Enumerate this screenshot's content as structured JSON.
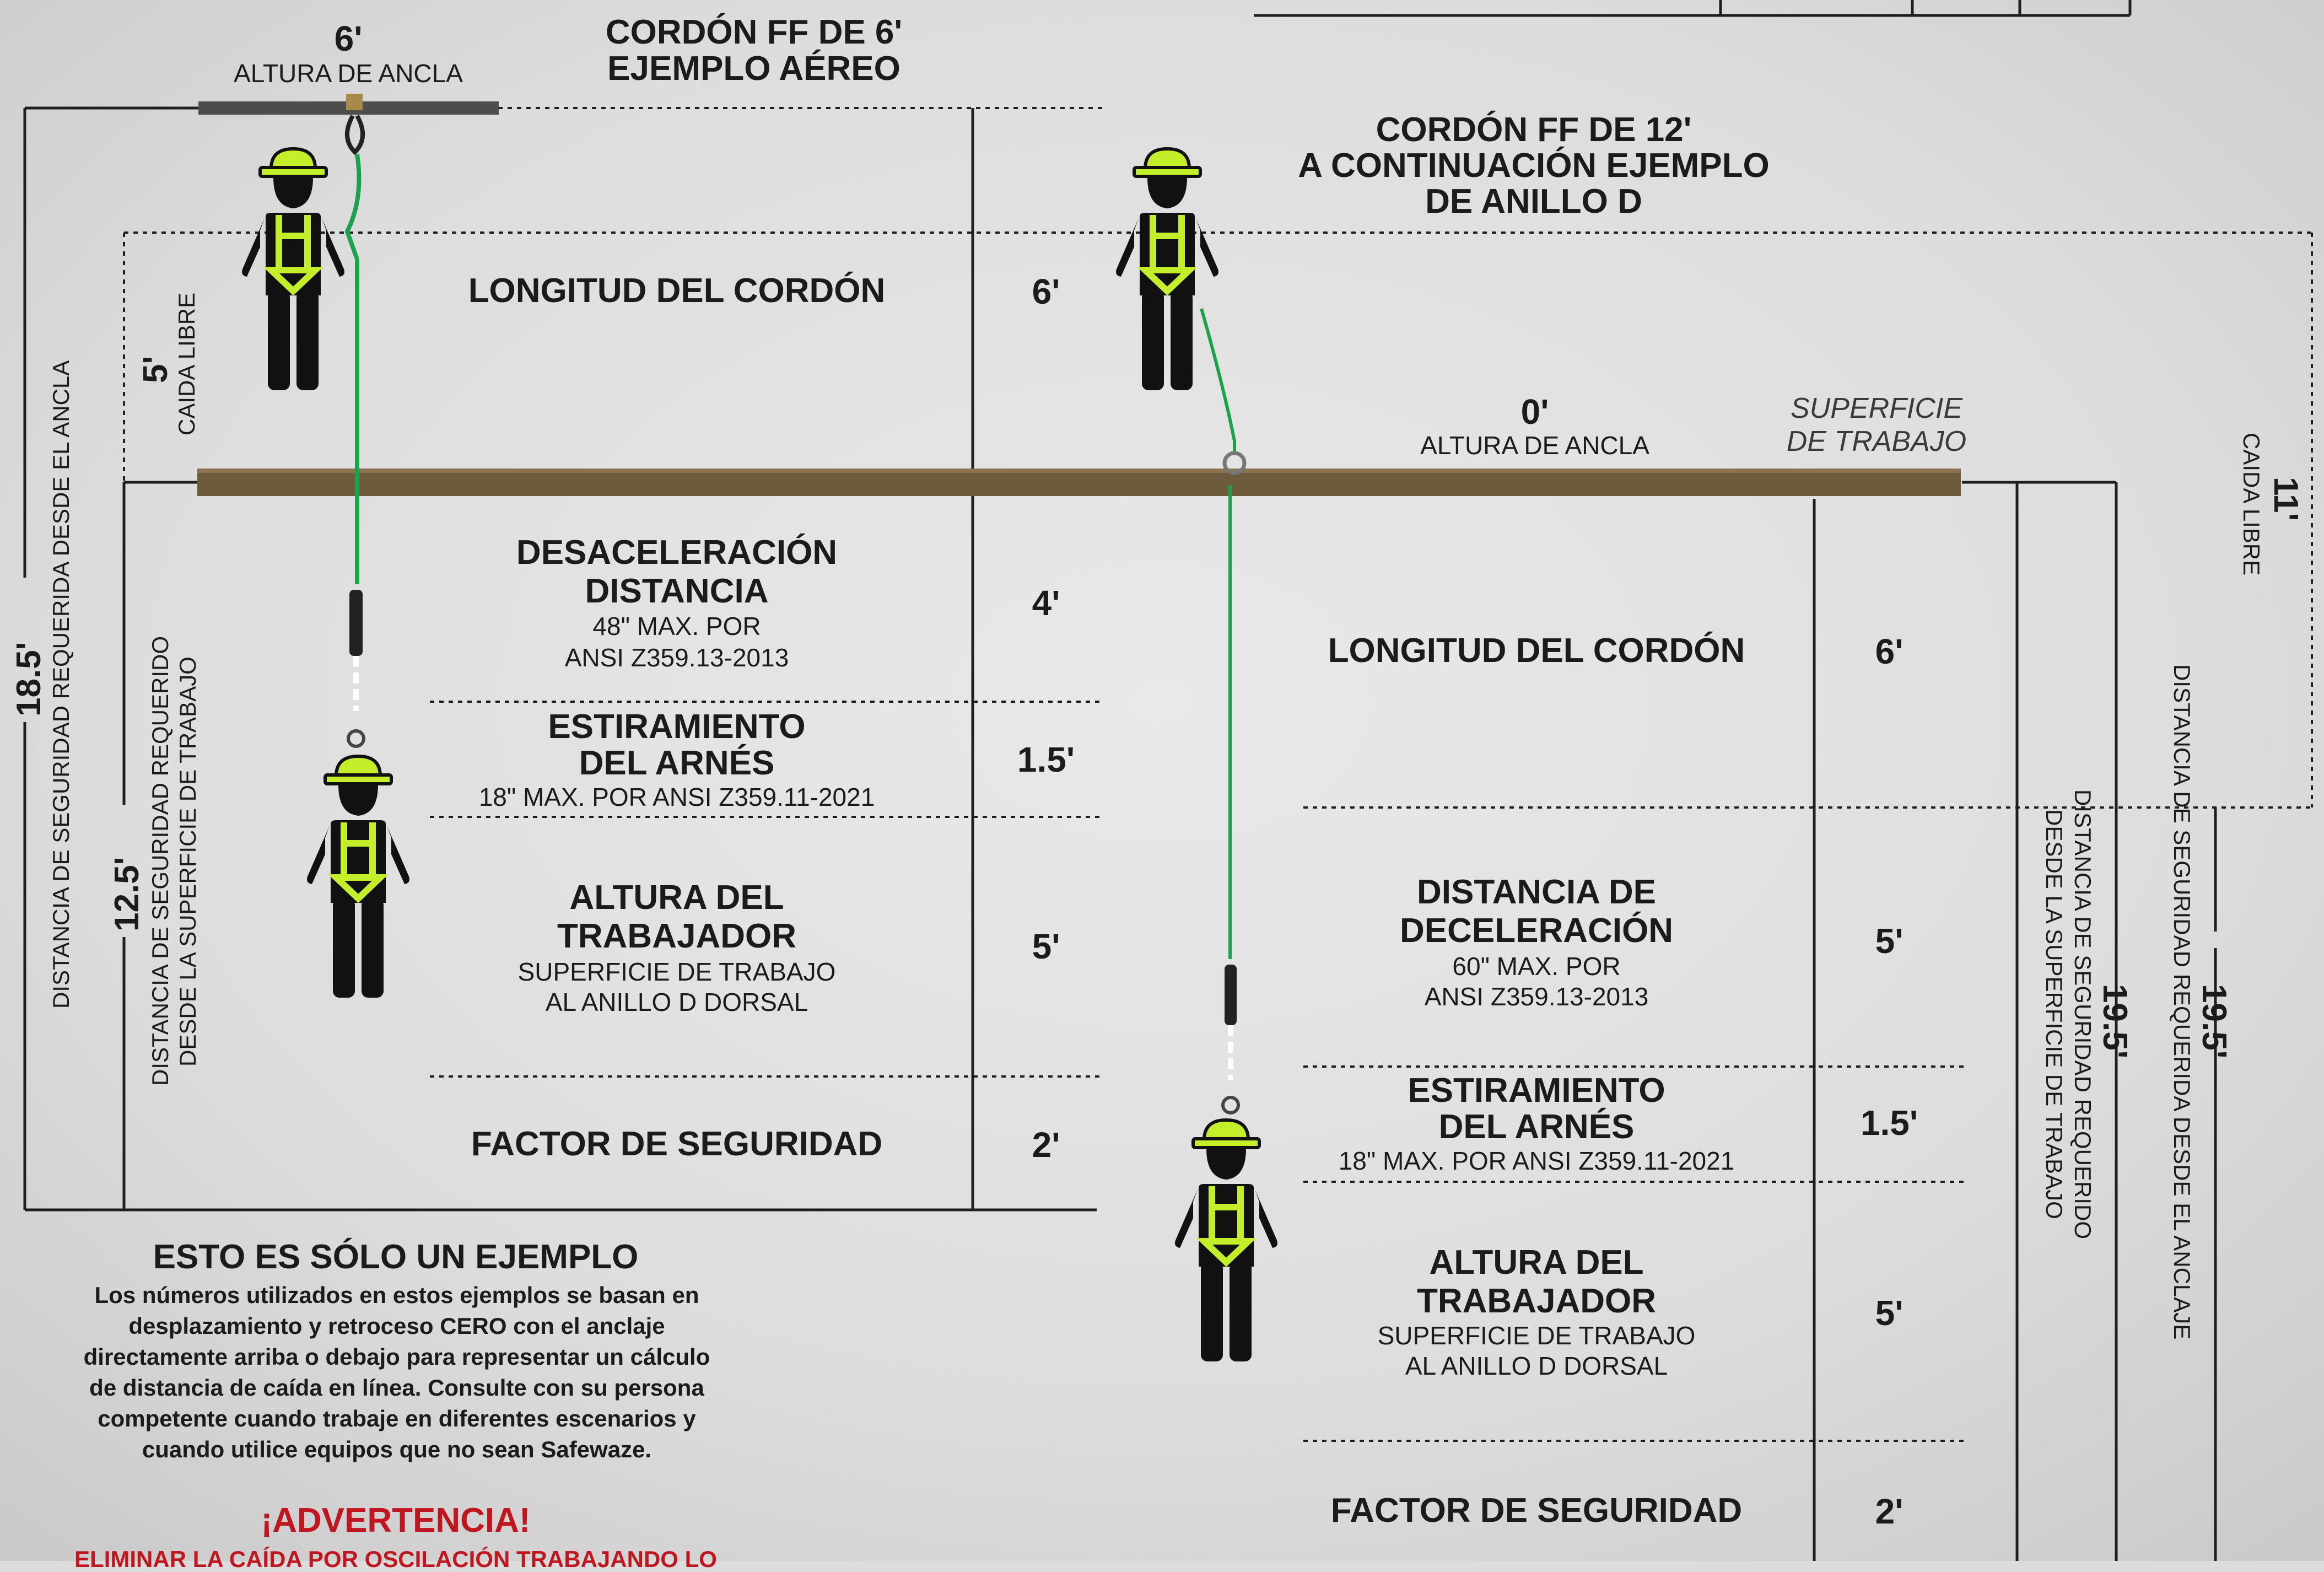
{
  "colors": {
    "hivis": "#c5ee2a",
    "beam": "#6e5a3d",
    "anchor_bar": "#4d4d4d",
    "line": "#1e1e1e",
    "lanyard": "#1aa34a",
    "warning": "#c0161f"
  },
  "left": {
    "anchor_height_value": "6'",
    "anchor_height_label": "ALTURA DE ANCLA",
    "title_line1": "CORDÓN FF DE 6'",
    "title_line2": "EJEMPLO AÉREO",
    "total_value": "18.5'",
    "total_label": "DISTANCIA DE SEGURIDAD REQUERIDA DESDE EL ANCLA",
    "free_fall_value": "5'",
    "free_fall_label": "CAIDA LIBRE",
    "work_value": "12.5'",
    "work_label_1": "DISTANCIA DE SEGURIDAD REQUERIDO",
    "work_label_2": "DESDE LA SUPERFICIE DE TRABAJO",
    "rows": [
      {
        "title": "LONGITUD DEL CORDÓN",
        "value": "6'"
      },
      {
        "title1": "DESACELERACIÓN",
        "title2": "DISTANCIA",
        "note1": "48\" MAX. POR",
        "note2": "ANSI Z359.13-2013",
        "value": "4'"
      },
      {
        "title1": "ESTIRAMIENTO",
        "title2": "DEL ARNÉS",
        "note1": "18\" MAX. POR ANSI Z359.11-2021",
        "value": "1.5'"
      },
      {
        "title1": "ALTURA DEL",
        "title2": "TRABAJADOR",
        "note1": "SUPERFICIE DE TRABAJO",
        "note2": "AL ANILLO D DORSAL",
        "value": "5'"
      },
      {
        "title": "FACTOR DE SEGURIDAD",
        "value": "2'"
      }
    ]
  },
  "right": {
    "title_line1": "CORDÓN FF DE 12'",
    "title_line2": "A CONTINUACIÓN EJEMPLO",
    "title_line3": "DE ANILLO D",
    "anchor_height_value": "0'",
    "anchor_height_label": "ALTURA DE ANCLA",
    "surface_label_1": "SUPERFICIE",
    "surface_label_2": "DE TRABAJO",
    "free_fall_value": "11'",
    "free_fall_label": "CAIDA LIBRE",
    "total_value": "19.5'",
    "total_label": "DISTANCIA DE SEGURIDAD REQUERIDA DESDE EL ANCLAJE",
    "work_value": "19.5'",
    "work_label_1": "DISTANCIA DE SEGURIDAD REQUERIDO",
    "work_label_2": "DESDE LA SUPERFICIE DE TRABAJO",
    "rows": [
      {
        "title": "LONGITUD DEL CORDÓN",
        "value": "6'"
      },
      {
        "title1": "DISTANCIA DE",
        "title2": "DECELERACIÓN",
        "note1": "60\" MAX. POR",
        "note2": "ANSI Z359.13-2013",
        "value": "5'"
      },
      {
        "title1": "ESTIRAMIENTO",
        "title2": "DEL ARNÉS",
        "note1": "18\" MAX. POR ANSI Z359.11-2021",
        "value": "1.5'"
      },
      {
        "title1": "ALTURA DEL",
        "title2": "TRABAJADOR",
        "note1": "SUPERFICIE DE TRABAJO",
        "note2": "AL ANILLO D DORSAL",
        "value": "5'"
      },
      {
        "title": "FACTOR DE SEGURIDAD",
        "value": "2'"
      }
    ]
  },
  "note": {
    "title": "ESTO ES SÓLO UN EJEMPLO",
    "lines": [
      "Los números utilizados en estos ejemplos se basan en",
      "desplazamiento y retroceso CERO con el anclaje",
      "directamente arriba o debajo para representar un cálculo",
      "de distancia de caída en línea. Consulte con su persona",
      "competente cuando trabaje en diferentes escenarios y",
      "cuando utilice equipos que no sean Safewaze."
    ],
    "warning_title": "¡ADVERTENCIA!",
    "warning_text": "ELIMINAR LA CAÍDA POR OSCILACIÓN TRABAJANDO LO"
  }
}
